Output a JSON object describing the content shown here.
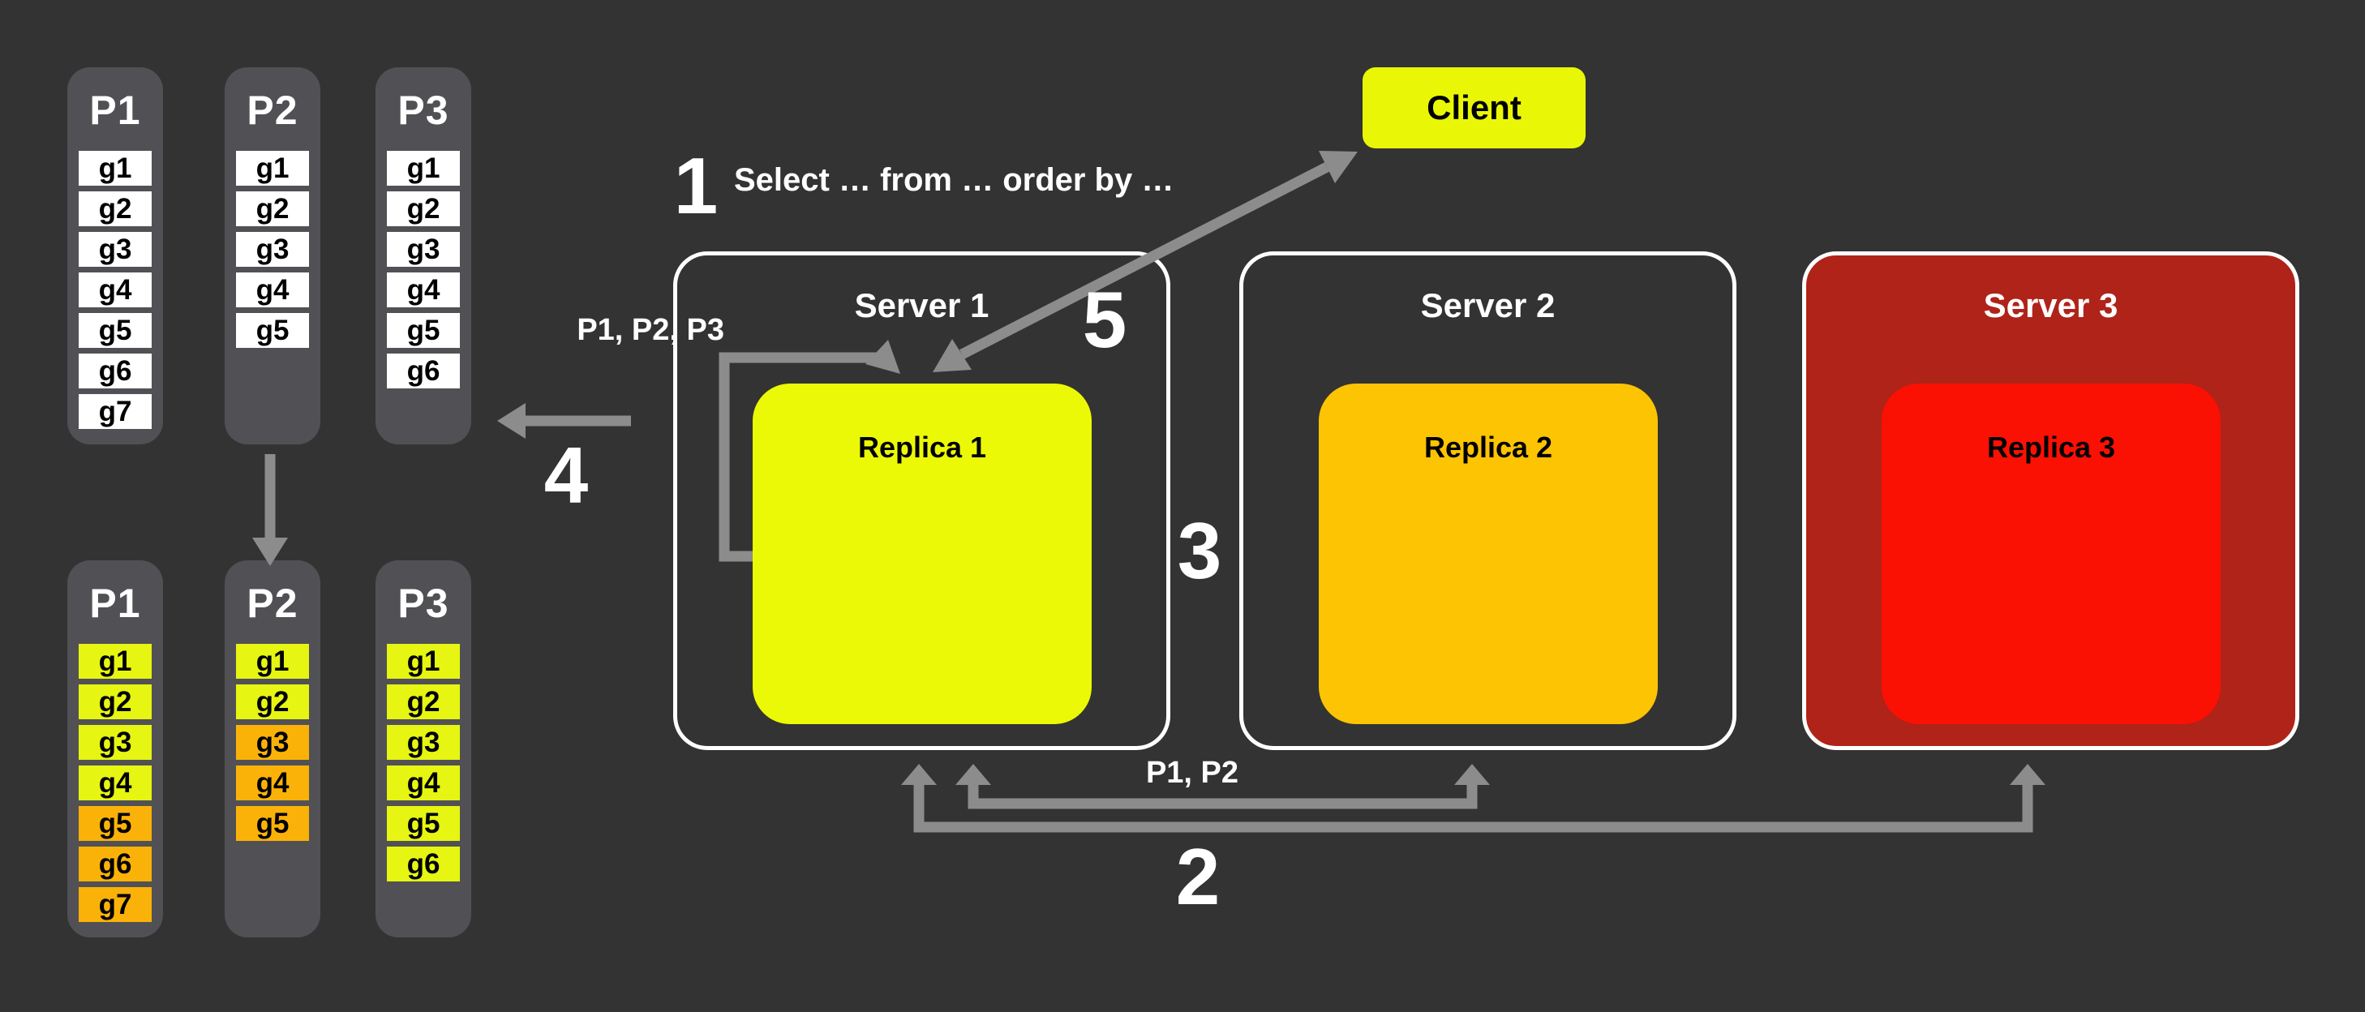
{
  "colors": {
    "background": "#333333",
    "partition_column": "#515155",
    "cell_unsorted": "#FFFFFF",
    "cell_sorted_yellow": "#E6F511",
    "cell_sorted_orange": "#FBB208",
    "client_fill": "#E9F707",
    "replica1_fill": "#ECF906",
    "replica2_fill": "#FDC403",
    "replica3_fill": "#FB1004",
    "server3_fill": "#AF2318",
    "server_border": "#FFFFFF",
    "arrow": "#8C8C8C",
    "text_light": "#FFFFFF",
    "text_dark": "#000000"
  },
  "client": {
    "label": "Client"
  },
  "servers": [
    {
      "title": "Server 1",
      "replica_label": "Replica 1"
    },
    {
      "title": "Server 2",
      "replica_label": "Replica 2"
    },
    {
      "title": "Server 3",
      "replica_label": "Replica 3"
    }
  ],
  "partitions_unsorted": [
    {
      "title": "P1",
      "cells": [
        "g1",
        "g2",
        "g3",
        "g4",
        "g5",
        "g6",
        "g7"
      ]
    },
    {
      "title": "P2",
      "cells": [
        "g1",
        "g2",
        "g3",
        "g4",
        "g5"
      ]
    },
    {
      "title": "P3",
      "cells": [
        "g1",
        "g2",
        "g3",
        "g4",
        "g5",
        "g6"
      ]
    }
  ],
  "partitions_sorted": [
    {
      "title": "P1",
      "cells": [
        {
          "label": "g1",
          "state": "yellow"
        },
        {
          "label": "g2",
          "state": "yellow"
        },
        {
          "label": "g3",
          "state": "yellow"
        },
        {
          "label": "g4",
          "state": "yellow"
        },
        {
          "label": "g5",
          "state": "orange"
        },
        {
          "label": "g6",
          "state": "orange"
        },
        {
          "label": "g7",
          "state": "orange"
        }
      ]
    },
    {
      "title": "P2",
      "cells": [
        {
          "label": "g1",
          "state": "yellow"
        },
        {
          "label": "g2",
          "state": "yellow"
        },
        {
          "label": "g3",
          "state": "orange"
        },
        {
          "label": "g4",
          "state": "orange"
        },
        {
          "label": "g5",
          "state": "orange"
        }
      ]
    },
    {
      "title": "P3",
      "cells": [
        {
          "label": "g1",
          "state": "yellow"
        },
        {
          "label": "g2",
          "state": "yellow"
        },
        {
          "label": "g3",
          "state": "yellow"
        },
        {
          "label": "g4",
          "state": "yellow"
        },
        {
          "label": "g5",
          "state": "yellow"
        },
        {
          "label": "g6",
          "state": "yellow"
        }
      ]
    }
  ],
  "steps": {
    "one": "1",
    "two": "2",
    "three": "3",
    "four": "4",
    "five": "5"
  },
  "labels": {
    "query": "Select … from … order by …",
    "server1_partitions": "P1, P2, P3",
    "forwarded_partitions": "P1, P2"
  }
}
